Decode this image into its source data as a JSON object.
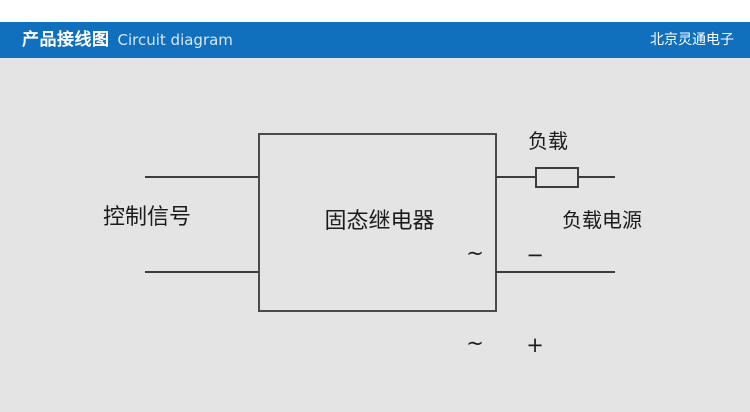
{
  "header": {
    "title_cn": "产品接线图",
    "title_en": "Circuit diagram",
    "brand": "北京灵通电子",
    "bar_color": "#1070be",
    "title_color": "#ffffff",
    "subtitle_color": "#d9e7f4"
  },
  "canvas": {
    "background_color": "#e4e4e4",
    "line_color": "#3d3d3d"
  },
  "diagram": {
    "type": "circuit-schematic",
    "relay": {
      "label": "固态继电器",
      "terminals": {
        "input_negative": "−",
        "input_positive": "+",
        "output_ac_top": "~",
        "output_ac_bottom": "~"
      }
    },
    "labels": {
      "control_signal": "控制信号",
      "load": "负载",
      "load_power": "负载电源"
    },
    "components": {
      "load_resistor": "resistor-symbol"
    }
  }
}
